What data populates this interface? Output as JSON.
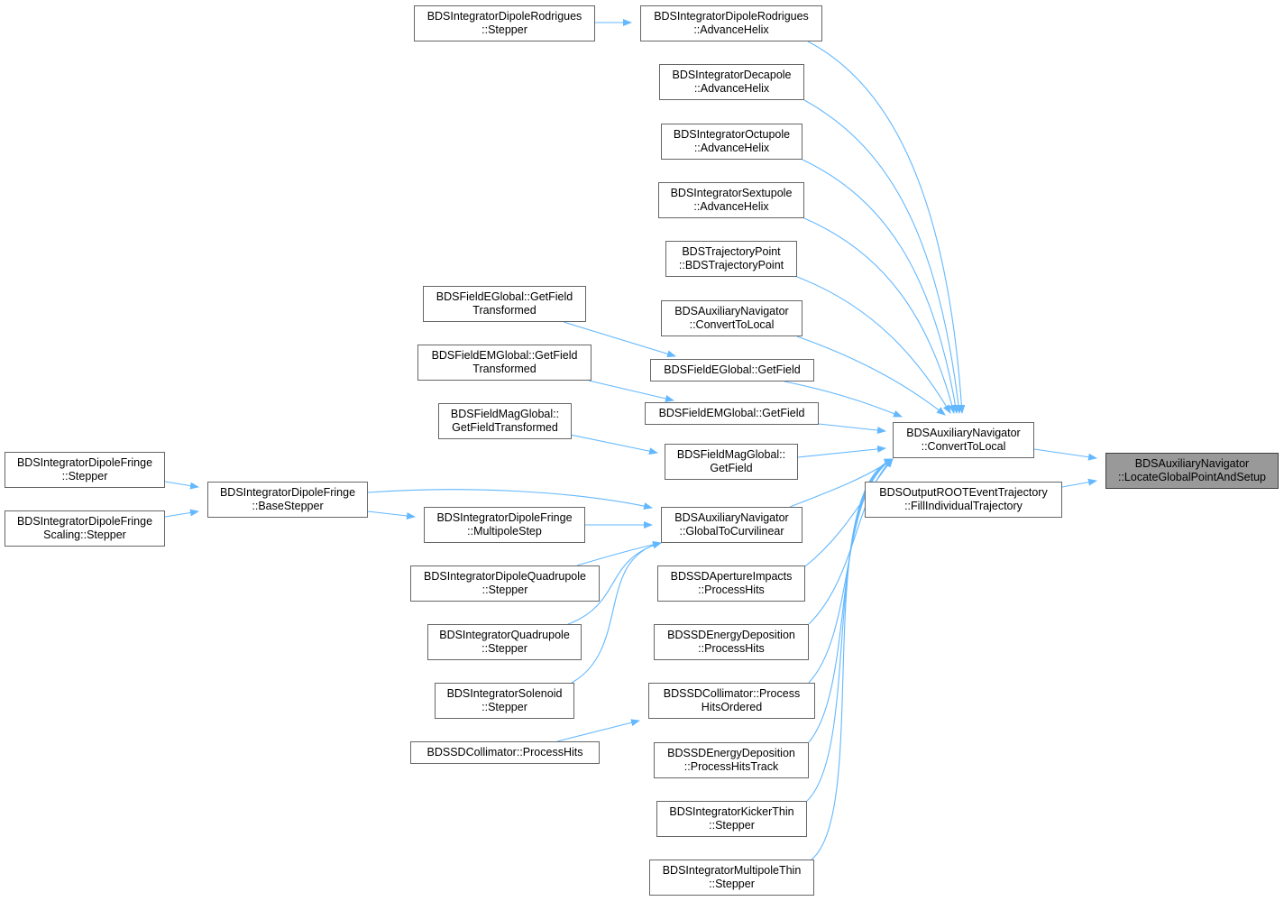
{
  "colors": {
    "edge": "#63b8ff",
    "node_border": "#666666",
    "focus_fill": "#999999"
  },
  "nodes": {
    "root": {
      "line1": "BDSAuxiliaryNavigator",
      "line2": "::LocateGlobalPointAndSetup"
    },
    "ctl_main": {
      "line1": "BDSAuxiliaryNavigator",
      "line2": "::ConvertToLocal"
    },
    "fill_traj": {
      "line1": "BDSOutputROOTEventTrajectory",
      "line2": "::FillIndividualTrajectory"
    },
    "rod_adv": {
      "line1": "BDSIntegratorDipoleRodrigues",
      "line2": "::AdvanceHelix"
    },
    "rod_step": {
      "line1": "BDSIntegratorDipoleRodrigues",
      "line2": "::Stepper"
    },
    "dec_adv": {
      "line1": "BDSIntegratorDecapole",
      "line2": "::AdvanceHelix"
    },
    "oct_adv": {
      "line1": "BDSIntegratorOctupole",
      "line2": "::AdvanceHelix"
    },
    "sext_adv": {
      "line1": "BDSIntegratorSextupole",
      "line2": "::AdvanceHelix"
    },
    "traj_pt": {
      "line1": "BDSTrajectoryPoint",
      "line2": "::BDSTrajectoryPoint"
    },
    "ctl_other": {
      "line1": "BDSAuxiliaryNavigator",
      "line2": "::ConvertToLocal"
    },
    "fe_getfield": {
      "line1": "BDSFieldEGlobal::GetField"
    },
    "fem_getfield": {
      "line1": "BDSFieldEMGlobal::GetField"
    },
    "fmag_getfield": {
      "line1": "BDSFieldMagGlobal::",
      "line2": "GetField"
    },
    "fe_gft": {
      "line1": "BDSFieldEGlobal::GetField",
      "line2": "Transformed"
    },
    "fem_gft": {
      "line1": "BDSFieldEMGlobal::GetField",
      "line2": "Transformed"
    },
    "fmag_gft": {
      "line1": "BDSFieldMagGlobal::",
      "line2": "GetFieldTransformed"
    },
    "g2c": {
      "line1": "BDSAuxiliaryNavigator",
      "line2": "::GlobalToCurvilinear"
    },
    "dfr_mps": {
      "line1": "BDSIntegratorDipoleFringe",
      "line2": "::MultipoleStep"
    },
    "dfr_base": {
      "line1": "BDSIntegratorDipoleFringe",
      "line2": "::BaseStepper"
    },
    "dfr_step": {
      "line1": "BDSIntegratorDipoleFringe",
      "line2": "::Stepper"
    },
    "dfr_scal": {
      "line1": "BDSIntegratorDipoleFringe",
      "line2": "Scaling::Stepper"
    },
    "dquad_step": {
      "line1": "BDSIntegratorDipoleQuadrupole",
      "line2": "::Stepper"
    },
    "quad_step": {
      "line1": "BDSIntegratorQuadrupole",
      "line2": "::Stepper"
    },
    "sol_step": {
      "line1": "BDSIntegratorSolenoid",
      "line2": "::Stepper"
    },
    "ap_hits": {
      "line1": "BDSSDApertureImpacts",
      "line2": "::ProcessHits"
    },
    "ed_hits": {
      "line1": "BDSSDEnergyDeposition",
      "line2": "::ProcessHits"
    },
    "col_ord": {
      "line1": "BDSSDCollimator::Process",
      "line2": "HitsOrdered"
    },
    "col_hits": {
      "line1": "BDSSDCollimator::ProcessHits"
    },
    "ed_track": {
      "line1": "BDSSDEnergyDeposition",
      "line2": "::ProcessHitsTrack"
    },
    "kick_step": {
      "line1": "BDSIntegratorKickerThin",
      "line2": "::Stepper"
    },
    "mpt_step": {
      "line1": "BDSIntegratorMultipoleThin",
      "line2": "::Stepper"
    }
  }
}
